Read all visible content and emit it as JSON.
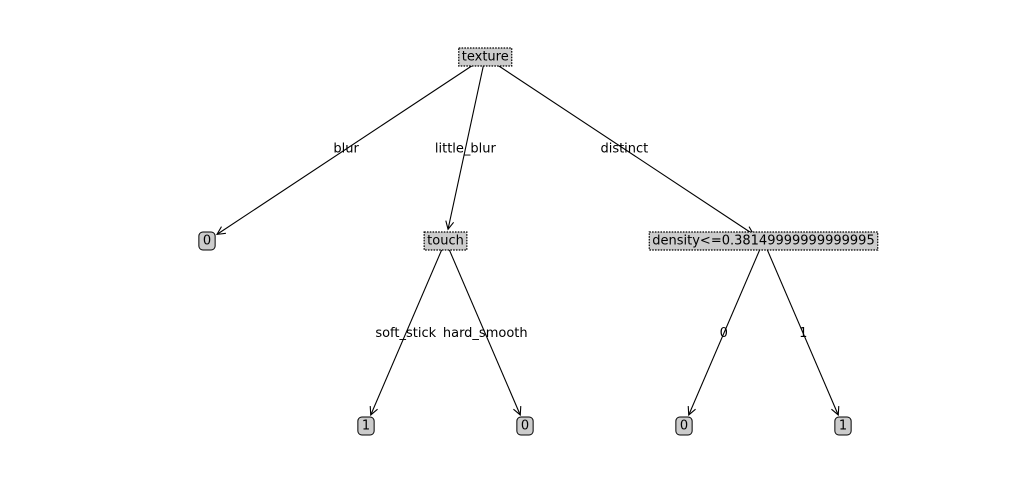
{
  "tree": {
    "root": {
      "label": "texture",
      "type": "decision",
      "edges": [
        {
          "label": "blur",
          "child": {
            "label": "0",
            "type": "leaf"
          }
        },
        {
          "label": "little_blur",
          "child": {
            "label": "touch",
            "type": "decision",
            "edges": [
              {
                "label": "soft_stick",
                "child": {
                  "label": "1",
                  "type": "leaf"
                }
              },
              {
                "label": "hard_smooth",
                "child": {
                  "label": "0",
                  "type": "leaf"
                }
              }
            ]
          }
        },
        {
          "label": "distinct",
          "child": {
            "label": "density<=0.38149999999999995",
            "type": "decision",
            "edges": [
              {
                "label": "0",
                "child": {
                  "label": "0",
                  "type": "leaf"
                }
              },
              {
                "label": "1",
                "child": {
                  "label": "1",
                  "type": "leaf"
                }
              }
            ]
          }
        }
      ]
    }
  },
  "colors": {
    "node_fill": "#cccccc",
    "stroke": "#000000",
    "background": "#ffffff"
  }
}
